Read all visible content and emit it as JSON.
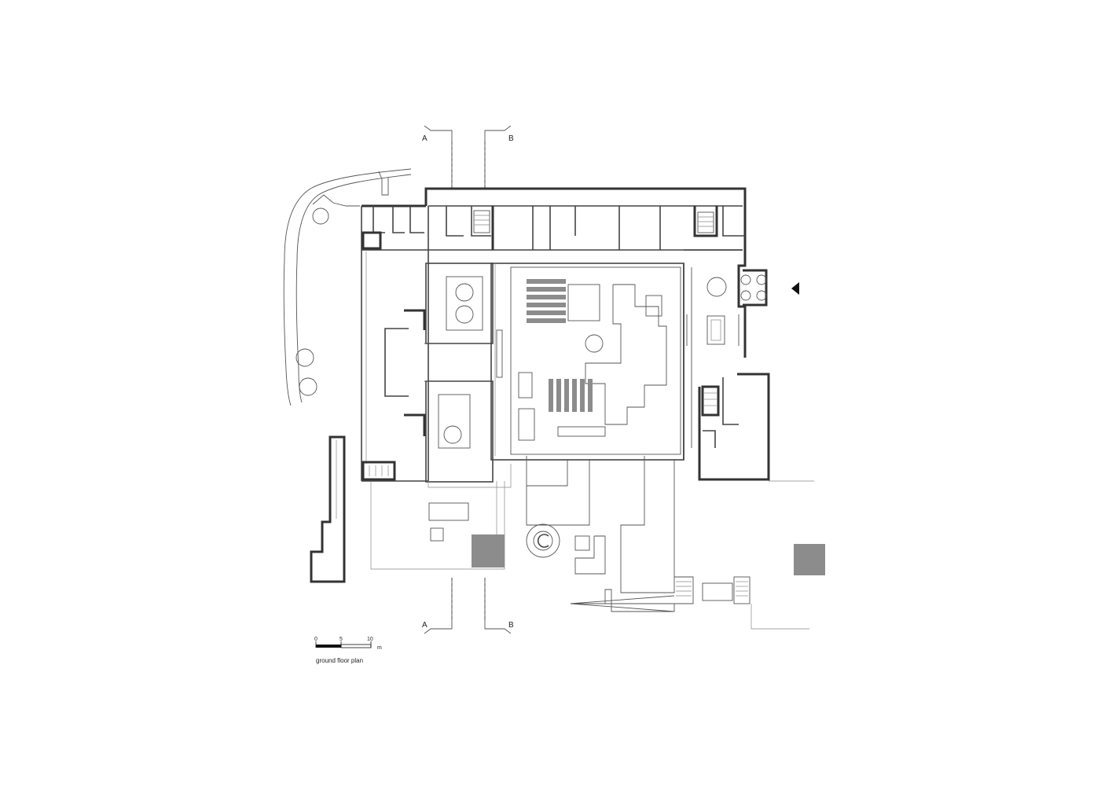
{
  "section_markers": {
    "a_top": "A",
    "b_top": "B",
    "a_bottom": "A",
    "b_bottom": "B"
  },
  "scale_bar": {
    "tick_0": "0",
    "tick_5": "5",
    "tick_10": "10",
    "unit": "m"
  },
  "caption": "ground floor plan",
  "colors": {
    "line": "#333333",
    "fill_gray": "#8c8c8c",
    "background": "#ffffff"
  }
}
